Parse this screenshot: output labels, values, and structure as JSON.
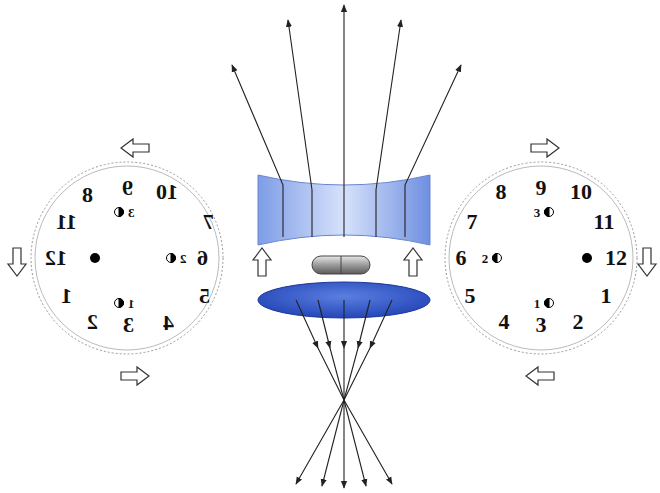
{
  "diagram": {
    "labels": [
      "10",
      "9",
      "8",
      "11",
      "7",
      "12",
      "6",
      "1",
      "5",
      "2",
      "3",
      "4",
      "3",
      "2",
      "1",
      "8",
      "9",
      "10",
      "7",
      "11",
      "6",
      "12",
      "5",
      "1",
      "4",
      "3",
      "2",
      "3",
      "2",
      "1"
    ]
  }
}
